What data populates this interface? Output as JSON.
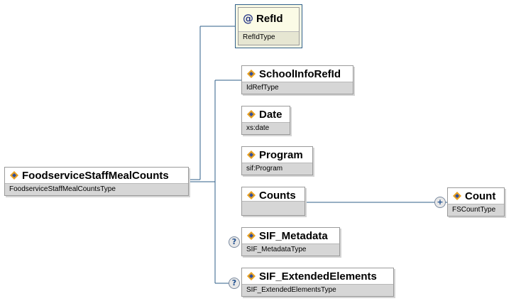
{
  "root": {
    "name": "FoodserviceStaffMealCounts",
    "type": "FoodserviceStaffMealCountsType"
  },
  "attribute": {
    "name": "RefId",
    "type": "RefIdType"
  },
  "children": [
    {
      "name": "SchoolInfoRefId",
      "type": "IdRefType",
      "optional": false
    },
    {
      "name": "Date",
      "type": "xs:date",
      "optional": false
    },
    {
      "name": "Program",
      "type": "sif:Program",
      "optional": false
    },
    {
      "name": "Counts",
      "type": "",
      "optional": false
    },
    {
      "name": "SIF_Metadata",
      "type": "SIF_MetadataType",
      "optional": true
    },
    {
      "name": "SIF_ExtendedElements",
      "type": "SIF_ExtendedElementsType",
      "optional": true
    }
  ],
  "counts_child": {
    "name": "Count",
    "type": "FSCountType"
  },
  "badges": {
    "optional": "?",
    "expand": "+"
  },
  "icons": {
    "attribute": "@",
    "element": "element-icon"
  },
  "colors": {
    "connector": "#2f5f8a",
    "type_bar": "#d6d6d6",
    "attribute_bg": "#fbfbe6"
  }
}
